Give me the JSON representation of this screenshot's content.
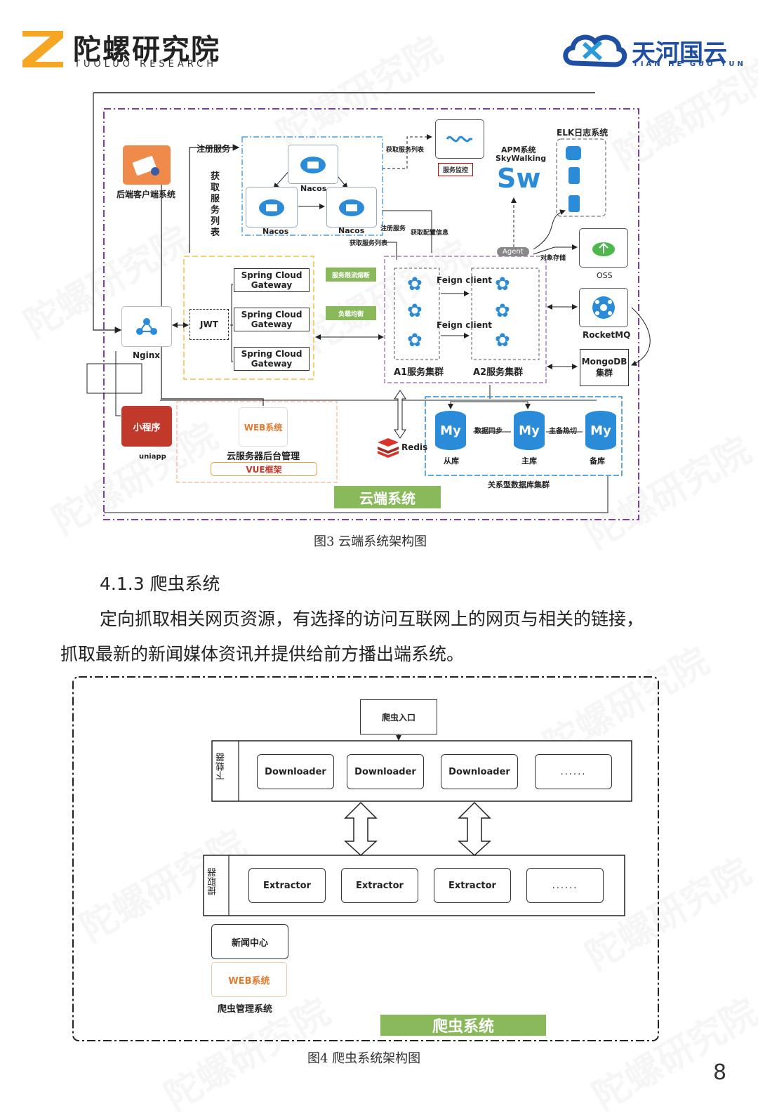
{
  "header": {
    "brand_cn": "陀螺研究院",
    "brand_en": "TUOLUO RESEARCH",
    "partner_cn": "天河国云",
    "partner_en": "TIAN HE GUO YUN"
  },
  "watermark": "陀螺研究院",
  "figure3": {
    "caption": "图3  云端系统架构图",
    "system_label": "云端系统",
    "backend_client": "后端客户端系统",
    "register_service": "注册服务",
    "get_service_list_vertical": "获取服务列表",
    "get_service_list": "获取服务列表",
    "service_monitor": "服务监控",
    "nacos": [
      "Nacos",
      "Nacos",
      "Nacos"
    ],
    "register_service2": "注册服务",
    "get_config": "获取配置信息",
    "get_service_list2": "获取服务列表",
    "apm_title": "APM系统",
    "apm_name": "SkyWalking",
    "sw_logo": "Sw",
    "elk_title": "ELK日志系统",
    "agent": "Agent",
    "object_storage": "对象存储",
    "oss": "OSS",
    "rocketmq": "RocketMQ",
    "mongodb": "MongoDB 集群",
    "gateways": [
      "Spring Cloud Gateway",
      "Spring Cloud Gateway",
      "Spring Cloud Gateway"
    ],
    "jwt": "JWT",
    "rate_limit": "服务限流熔断",
    "load_balance": "负载均衡",
    "feign1": "Feign client",
    "feign2": "Feign client",
    "a1": "A1服务集群",
    "a2": "A2服务集群",
    "nginx": "Nginx",
    "mini_program": "小程序",
    "uniapp": "uniapp",
    "web_system": "WEB系统",
    "cloud_admin": "云服务器后台管理",
    "vue": "VUE框架",
    "redis": "Redis",
    "mysql_logo": "My",
    "data_sync": "数据同步",
    "failover": "主备热切",
    "slave": "从库",
    "master": "主库",
    "backup": "备库",
    "db_cluster": "关系型数据库集群"
  },
  "section": {
    "heading": "4.1.3 爬虫系统",
    "para_line1": "定向抓取相关网页资源，有选择的访问互联网上的网页与相关的链接，",
    "para_line2": "抓取最新的新闻媒体资讯并提供给前方播出端系统。"
  },
  "figure4": {
    "caption": "图4 爬虫系统架构图",
    "entry": "爬虫入口",
    "downloader_group": "下载器",
    "downloaders": [
      "Downloader",
      "Downloader",
      "Downloader",
      "......"
    ],
    "extractor_group": "提取器",
    "extractors": [
      "Extractor",
      "Extractor",
      "Extractor",
      "......"
    ],
    "news_center": "新闻中心",
    "web_system": "WEB系统",
    "crawler_admin": "爬虫管理系统",
    "system_label": "爬虫系统"
  },
  "page_number": "8",
  "colors": {
    "accent_orange": "#f5a623",
    "brand_blue": "#1f4fa3",
    "purple_border": "#7b3fa0",
    "green_label": "#8ab95b",
    "icon_blue": "#2a8bd8",
    "mini_red": "#c0392b"
  }
}
